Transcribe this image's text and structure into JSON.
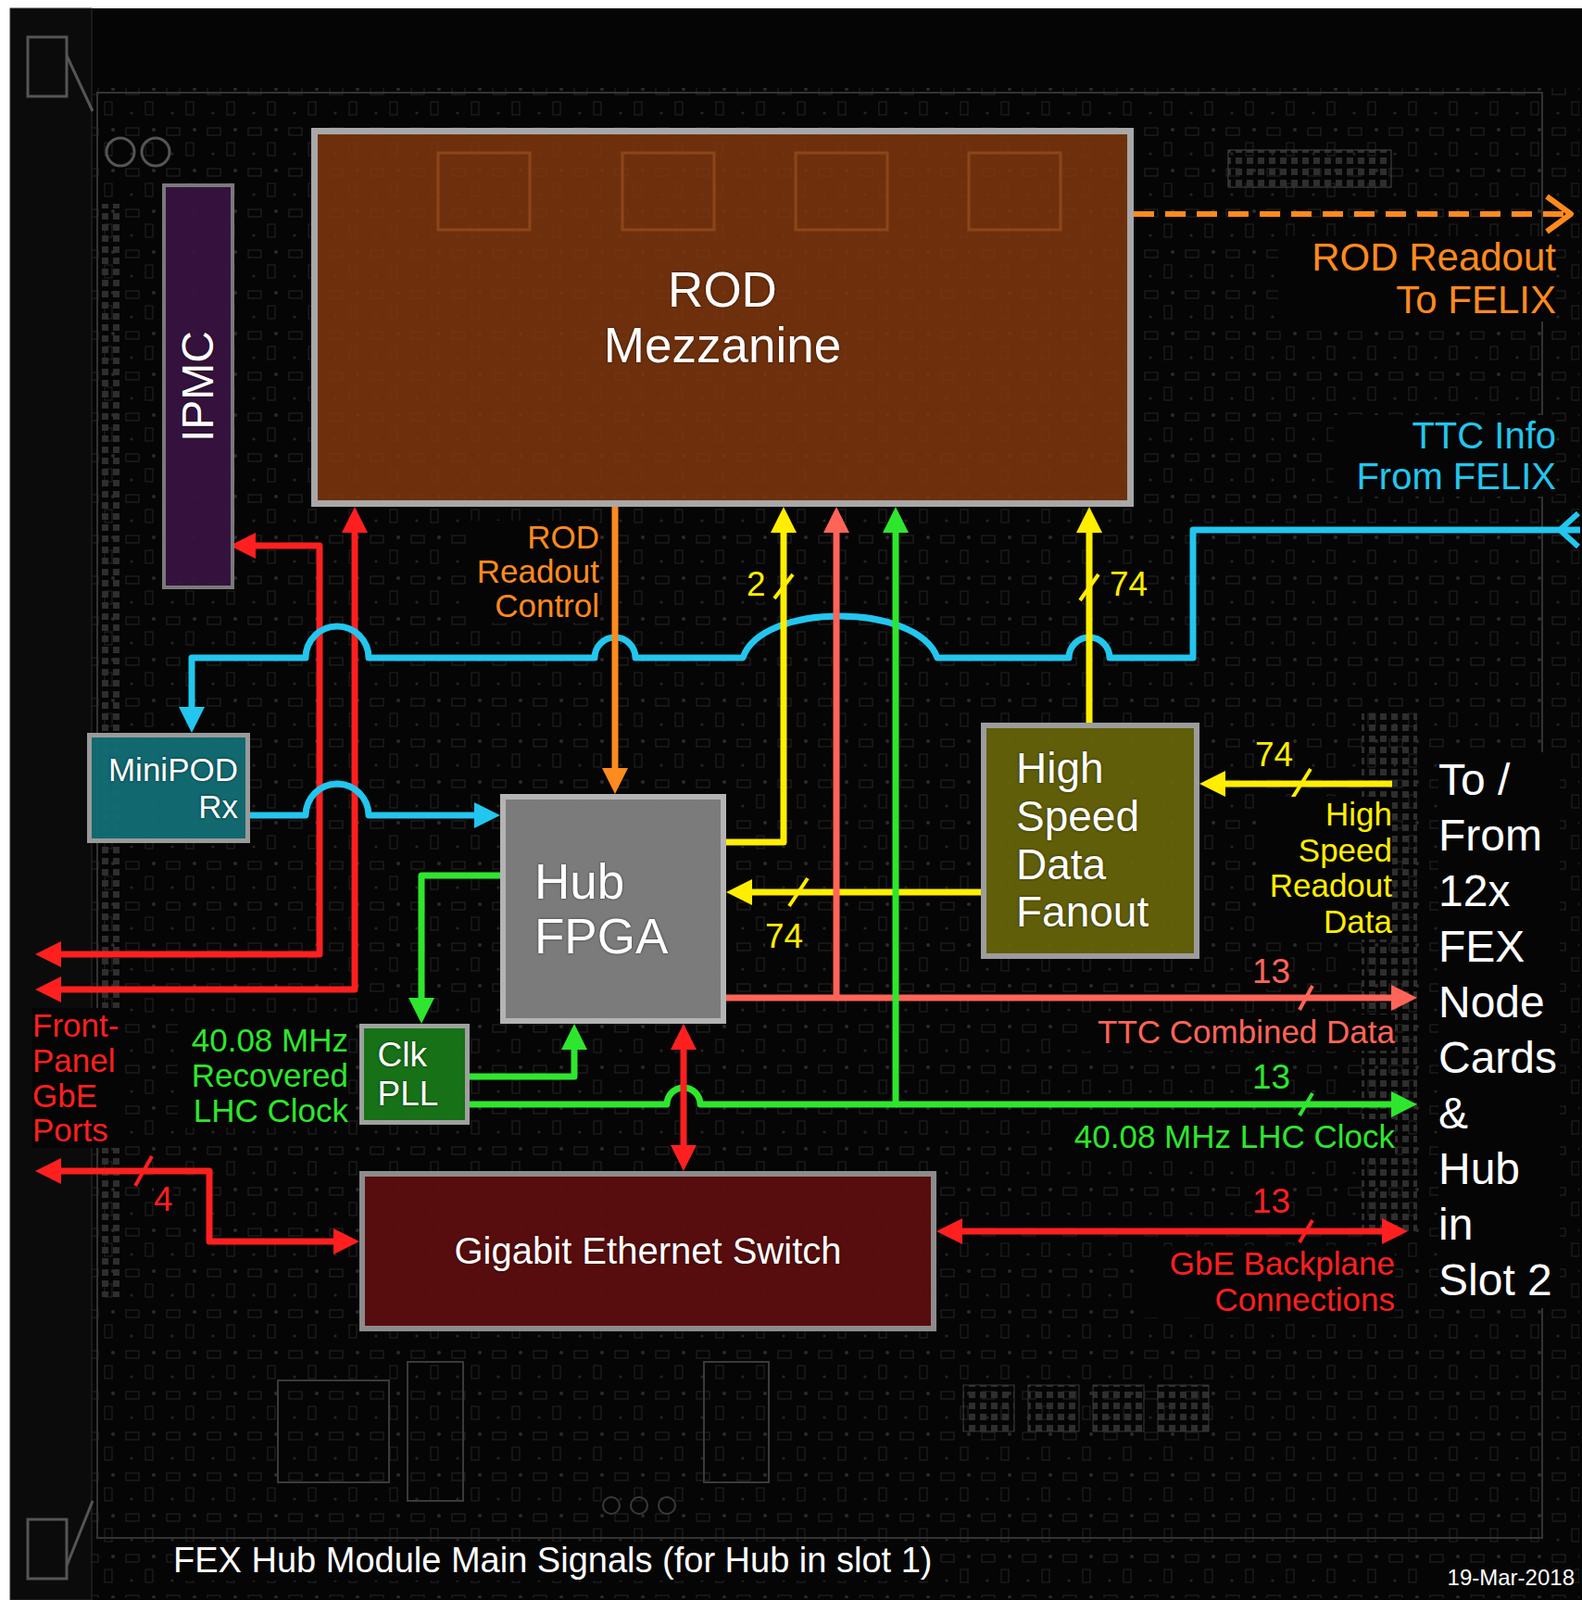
{
  "diagram": {
    "caption": "FEX Hub Module Main Signals (for Hub in slot 1)",
    "nodes": [
      {
        "text": [
          "IPMC"
        ]
      },
      {
        "text": [
          "ROD Mezzanine"
        ]
      },
      {
        "text": [
          "MiniPOD Rx"
        ]
      },
      {
        "text": [
          "High Speed Data Fanout"
        ]
      },
      {
        "text": [
          "Hub FPGA"
        ]
      },
      {
        "text": [
          "Clk PLL"
        ]
      },
      {
        "text": [
          "Gigabit Ethernet Switch"
        ]
      }
    ],
    "edges": [
      {
        "from": 1,
        "to": 4,
        "arrow": "to",
        "label": "ROD Readout Control"
      },
      {
        "from": 2,
        "to": 4,
        "arrow": "to"
      },
      {
        "from": 4,
        "to": 1,
        "arrow": "to",
        "label": "2"
      },
      {
        "from": 3,
        "to": 1,
        "arrow": "to",
        "label": "74"
      },
      {
        "from": 3,
        "to": 4,
        "arrow": "to",
        "label": "74"
      },
      {
        "from": 4,
        "to": 1,
        "arrow": "to"
      },
      {
        "from": 4,
        "to": 5,
        "arrow": "to"
      },
      {
        "from": 5,
        "to": 4,
        "arrow": "to"
      },
      {
        "from": 5,
        "to": 1,
        "arrow": "to"
      },
      {
        "from": 4,
        "to": 6,
        "arrow": "both"
      }
    ],
    "labels": [
      "ROD Readout To FELIX",
      "TTC Info From FELIX",
      "74",
      "High Speed Readout Data",
      "To / From 12x FEX Node Cards & Hub in Slot 2",
      "13",
      "TTC Combined Data",
      "13",
      "40.08 MHz LHC Clock",
      "13",
      "GbE Backplane Connections",
      "Front-Panel GbE Ports",
      "40.08 MHz Recovered LHC Clock",
      "4",
      "19-Mar-2018"
    ]
  }
}
